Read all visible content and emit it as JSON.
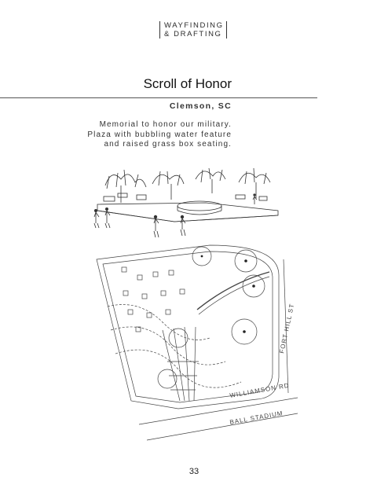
{
  "header": {
    "line1": "WAYFINDING",
    "line2": "& DRAFTING"
  },
  "title": "Scroll of Honor",
  "location": "Clemson, SC",
  "description": [
    "Memorial to honor our military.",
    "Plaza with bubbling water feature",
    "and raised grass box seating."
  ],
  "site_plan_labels": {
    "street_east": "FORT HILL ST",
    "street_south": "WILLIAMSON RD",
    "stadium": "BALL STADIUM"
  },
  "page_number": "33"
}
